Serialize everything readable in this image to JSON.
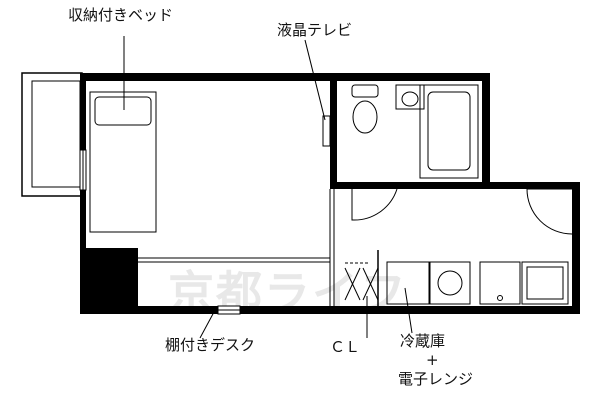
{
  "labels": {
    "bed": "収納付きベッド",
    "tv": "液晶テレビ",
    "desk": "棚付きデスク",
    "closet": "ＣＬ",
    "fridge": "冷蔵庫",
    "plus": "+",
    "microwave": "電子レンジ"
  },
  "watermark": "京都ライフ",
  "colors": {
    "wall": "#000000",
    "line": "#000000",
    "background": "#ffffff",
    "watermark": "#e8e8e8"
  }
}
